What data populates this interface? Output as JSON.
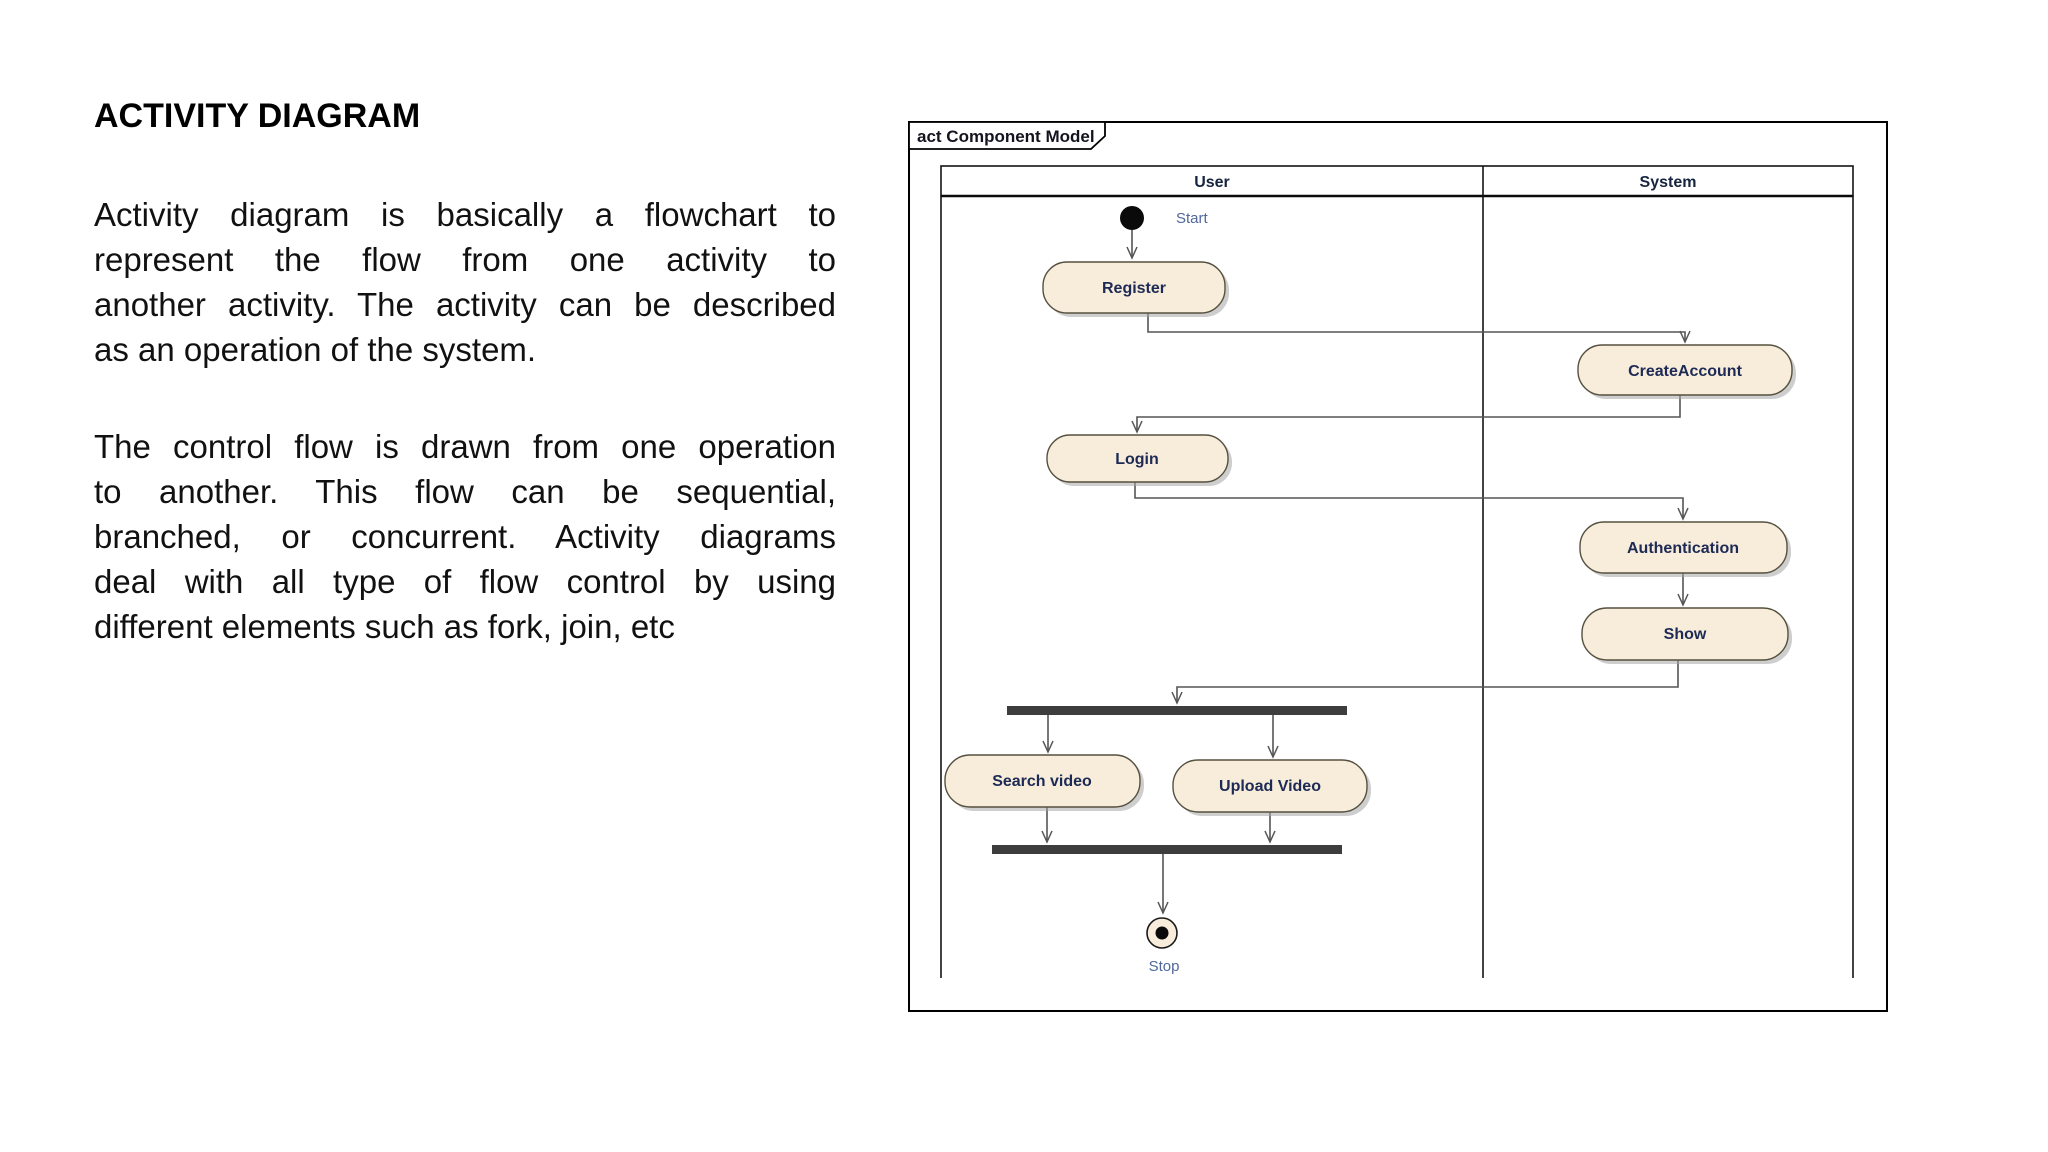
{
  "intro": {
    "title": "ACTIVITY DIAGRAM",
    "para1_lines": [
      "Activity diagram is basically a flowchart to",
      "represent the flow from one activity to",
      "another activity. The activity can be described",
      "as an operation of the system."
    ],
    "para2_lines": [
      "The control flow is drawn from one operation",
      "to another. This flow can be sequential,",
      "branched, or concurrent. Activity diagrams",
      "deal with all type of flow control by using",
      "different elements such as fork, join, etc"
    ]
  },
  "diagram": {
    "frame_label": "act Component Model",
    "lanes": {
      "user": "User",
      "system": "System"
    },
    "nodes": {
      "start_label": "Start",
      "register": "Register",
      "create_account": "CreateAccount",
      "login": "Login",
      "authentication": "Authentication",
      "show": "Show",
      "search_video": "Search video",
      "upload_video": "Upload Video",
      "stop_label": "Stop"
    },
    "colors": {
      "node_fill": "#f8ecda",
      "bar_fill": "#3d3d3d",
      "start_fill": "#0a0a0a"
    }
  }
}
